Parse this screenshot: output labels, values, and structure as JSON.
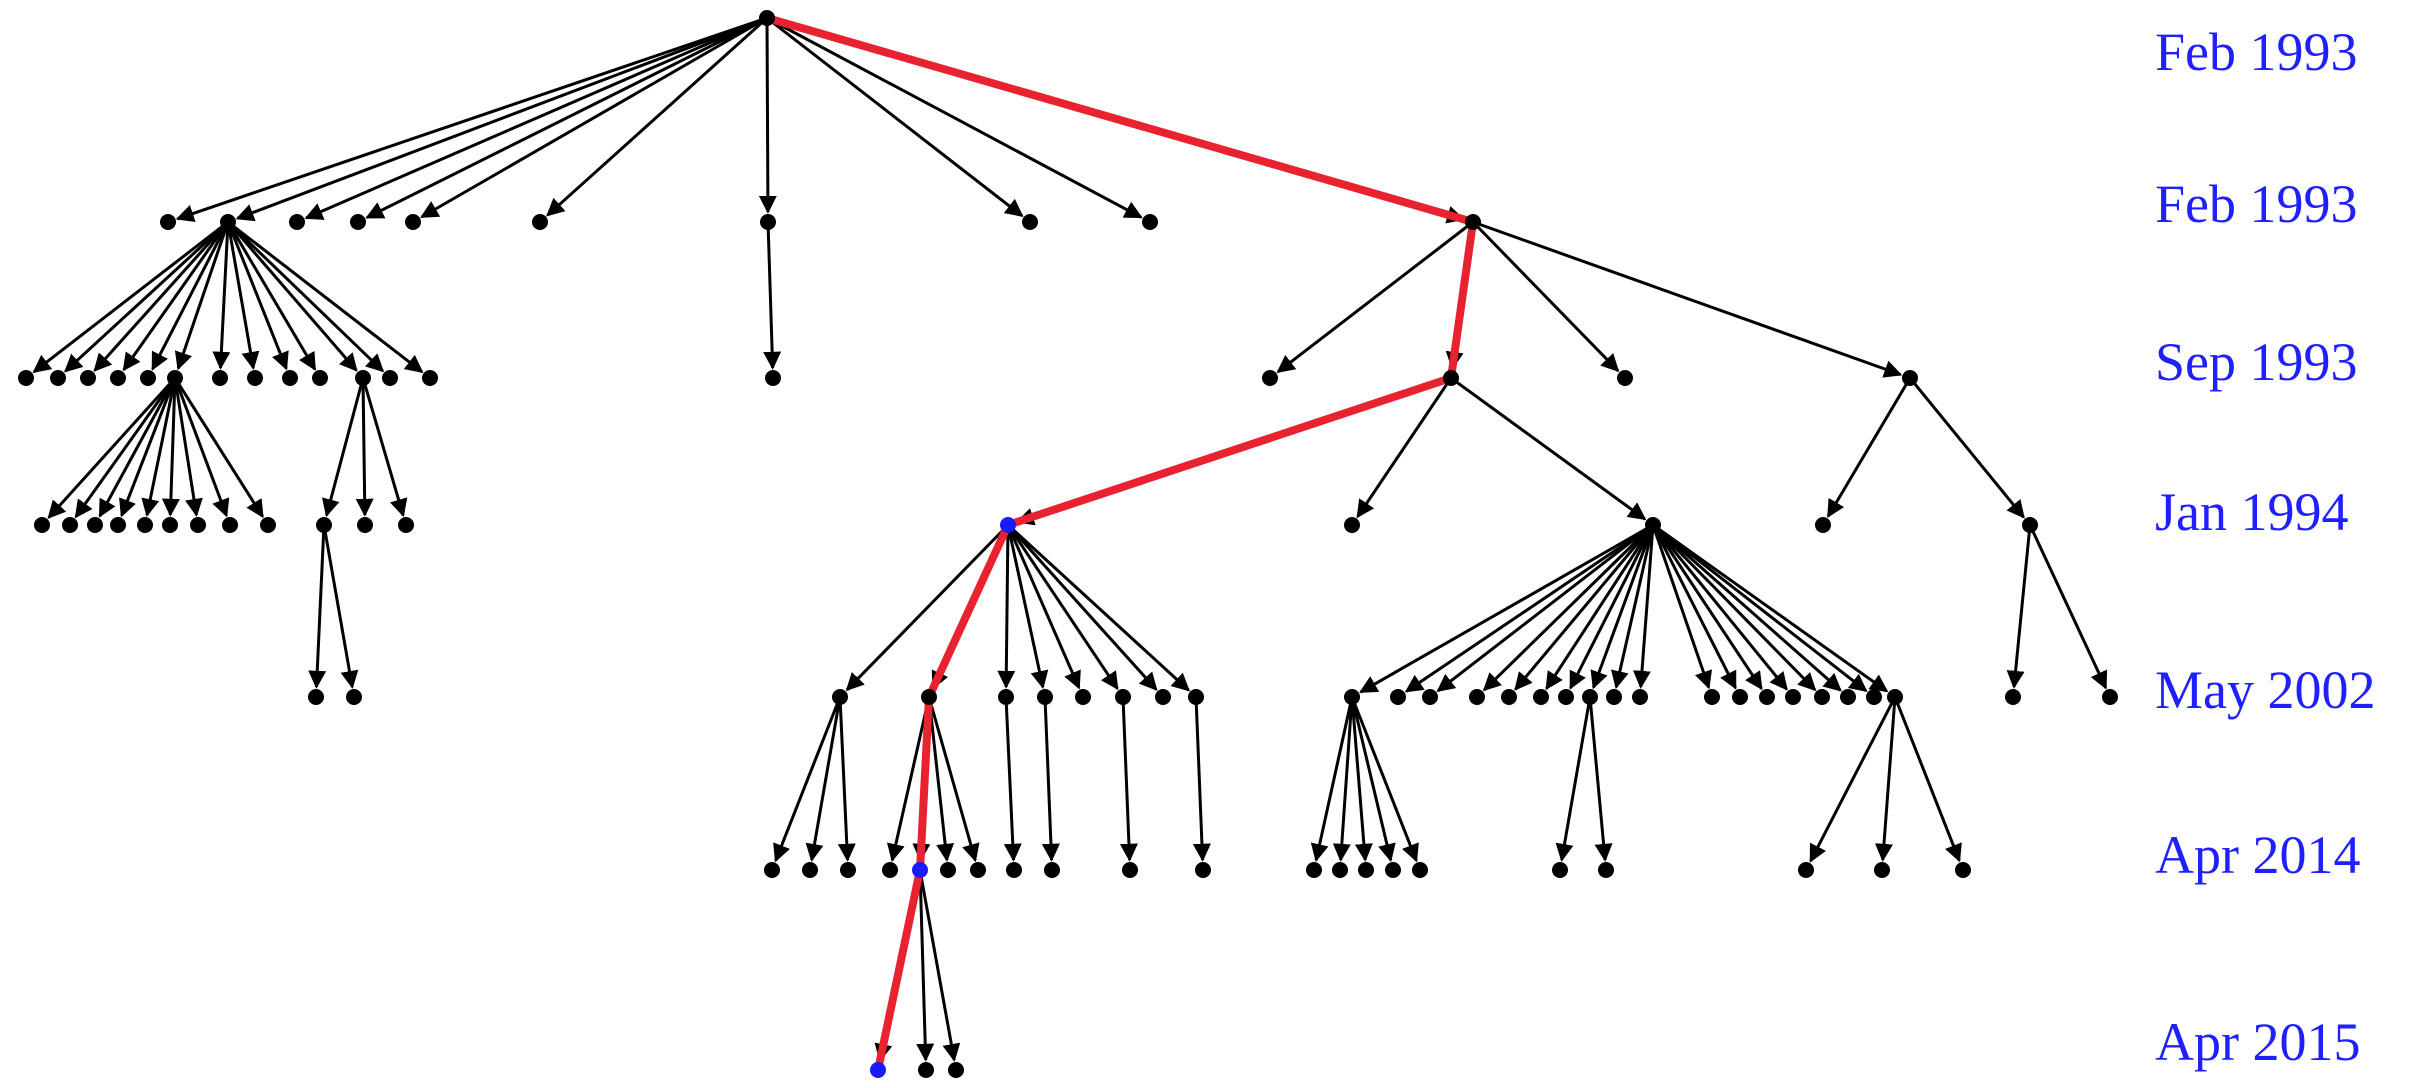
{
  "diagram": {
    "type": "tree",
    "levels": [
      "Feb 1993",
      "Feb 1993",
      "Sep 1993",
      "Jan 1994",
      "May 2002",
      "Apr 2014",
      "Apr 2015"
    ],
    "colors": {
      "edge": "#000000",
      "node": "#000000",
      "highlight_path": "#e8222e",
      "highlight_node": "#1a1aff",
      "label": "#1f1fff"
    }
  }
}
